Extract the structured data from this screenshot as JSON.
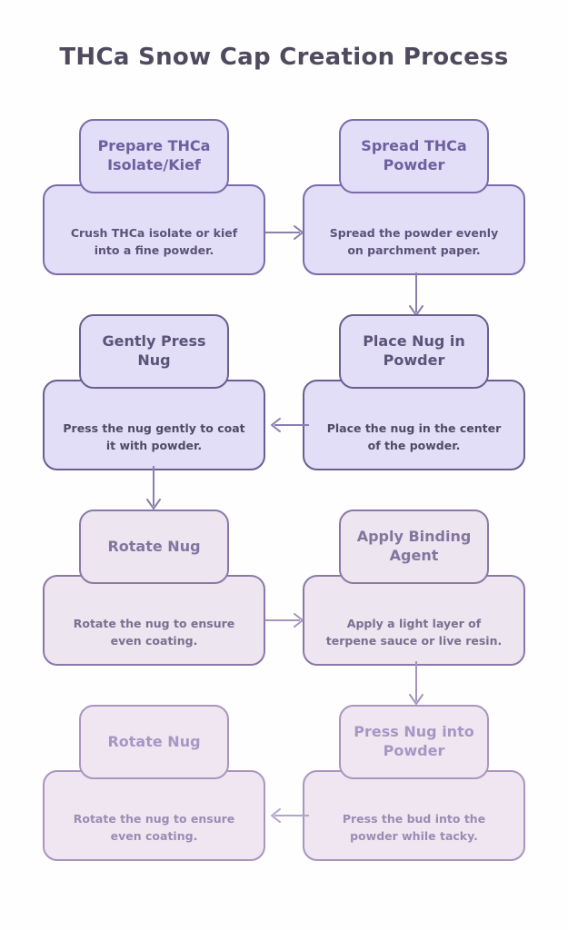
{
  "page": {
    "title": "THCa Snow Cap Creation Process",
    "background_color": "#FEFEFE"
  },
  "theme": {
    "title_color": "#4F4A5E",
    "row1_border": "#7B6BA8",
    "row1_fill": "#E2DEF8",
    "row1_title_color": "#6E5F9E",
    "row1_desc_color": "#5B5378",
    "row2_border": "#6B5F8E",
    "row2_fill": "#E2DEF8",
    "row3_border": "#8A79A8",
    "row3_fill": "#EDE5EF",
    "row3_title_color": "#8276A0",
    "row4_border": "#A995BE",
    "row4_fill": "#F0E6F2",
    "row4_title_color": "#A796C4",
    "arrow_color": "#8C7FB0"
  },
  "steps": [
    {
      "id": "prepare-thca-isolate-kief",
      "title": "Prepare THCa Isolate/Kief",
      "description": "Crush THCa isolate or kief into a fine powder.",
      "row": 1,
      "column": "left"
    },
    {
      "id": "spread-thca-powder",
      "title": "Spread THCa Powder",
      "description": "Spread the powder evenly on parchment paper.",
      "row": 1,
      "column": "right"
    },
    {
      "id": "gently-press-nug",
      "title": "Gently Press Nug",
      "description": "Press the nug gently to coat it with powder.",
      "row": 2,
      "column": "left"
    },
    {
      "id": "place-nug-in-powder",
      "title": "Place Nug in Powder",
      "description": "Place the nug in the center of the powder.",
      "row": 2,
      "column": "right"
    },
    {
      "id": "rotate-nug-1",
      "title": "Rotate Nug",
      "description": "Rotate the nug to ensure even coating.",
      "row": 3,
      "column": "left"
    },
    {
      "id": "apply-binding-agent",
      "title": "Apply Binding Agent",
      "description": "Apply a light layer of terpene sauce or live resin.",
      "row": 3,
      "column": "right"
    },
    {
      "id": "rotate-nug-2",
      "title": "Rotate Nug",
      "description": "Rotate the nug to ensure even coating.",
      "row": 4,
      "column": "left"
    },
    {
      "id": "press-nug-into-powder",
      "title": "Press Nug into Powder",
      "description": "Press the bud into the powder while tacky.",
      "row": 4,
      "column": "right"
    }
  ],
  "connectors": [
    {
      "id": "c1",
      "from": "prepare-thca-isolate-kief",
      "to": "spread-thca-powder",
      "direction": "right"
    },
    {
      "id": "c2",
      "from": "spread-thca-powder",
      "to": "place-nug-in-powder",
      "direction": "down"
    },
    {
      "id": "c3",
      "from": "place-nug-in-powder",
      "to": "gently-press-nug",
      "direction": "left"
    },
    {
      "id": "c4",
      "from": "gently-press-nug",
      "to": "rotate-nug-1",
      "direction": "down"
    },
    {
      "id": "c5",
      "from": "rotate-nug-1",
      "to": "apply-binding-agent",
      "direction": "right"
    },
    {
      "id": "c6",
      "from": "apply-binding-agent",
      "to": "press-nug-into-powder",
      "direction": "down"
    },
    {
      "id": "c7",
      "from": "press-nug-into-powder",
      "to": "rotate-nug-2",
      "direction": "left"
    }
  ]
}
